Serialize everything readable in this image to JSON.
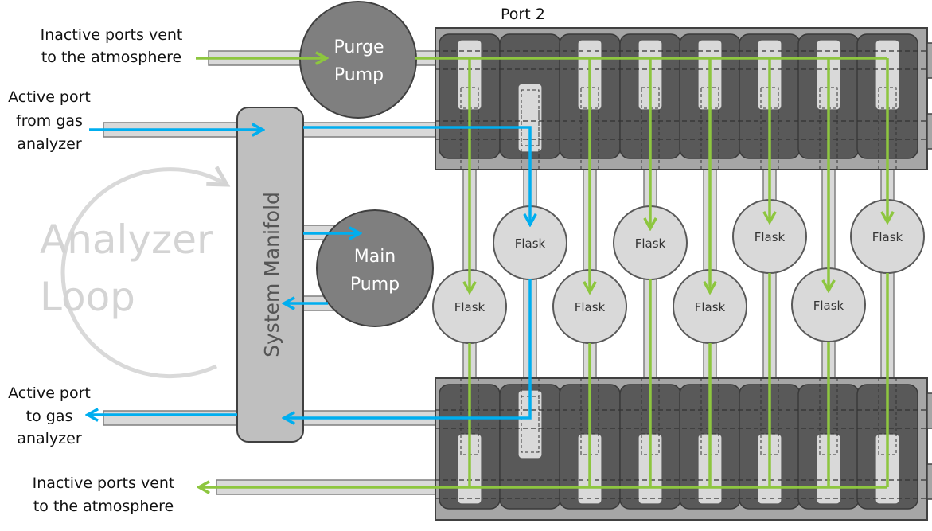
{
  "title_labels": {
    "port_label": "Port 2"
  },
  "side_labels": {
    "inactive_in": [
      "Inactive ports vent",
      "to the atmosphere"
    ],
    "active_from": [
      "Active port",
      "from gas",
      "analyzer"
    ],
    "active_to": [
      "Active port",
      "to gas",
      "analyzer"
    ],
    "inactive_out": [
      "Inactive ports vent",
      "to the atmosphere"
    ]
  },
  "components": {
    "purge_pump": [
      "Purge",
      "Pump"
    ],
    "main_pump": [
      "Main",
      "Pump"
    ],
    "system_manifold": "System Manifold",
    "analyzer_loop": [
      "Analyzer",
      "Loop"
    ]
  },
  "flasks": [
    {
      "label": "Flask",
      "port": 1,
      "active": false
    },
    {
      "label": "Flask",
      "port": 2,
      "active": true
    },
    {
      "label": "Flask",
      "port": 3,
      "active": false
    },
    {
      "label": "Flask",
      "port": 4,
      "active": false
    },
    {
      "label": "Flask",
      "port": 5,
      "active": false
    },
    {
      "label": "Flask",
      "port": 6,
      "active": false
    },
    {
      "label": "Flask",
      "port": 7,
      "active": false
    },
    {
      "label": "Flask",
      "port": 8,
      "active": false
    }
  ],
  "colors": {
    "active_flow": "#00aeef",
    "inactive_flow": "#8dc63f",
    "valve_block": "#a6a6a6",
    "valve_body": "#595959",
    "valve_slot": "#d9d9d9",
    "pump": "#7f7f7f",
    "flask": "#d9d9d9",
    "manifold": "#bfbfbf",
    "tube": "#d9d9d9",
    "loop": "#d9d9d9"
  }
}
